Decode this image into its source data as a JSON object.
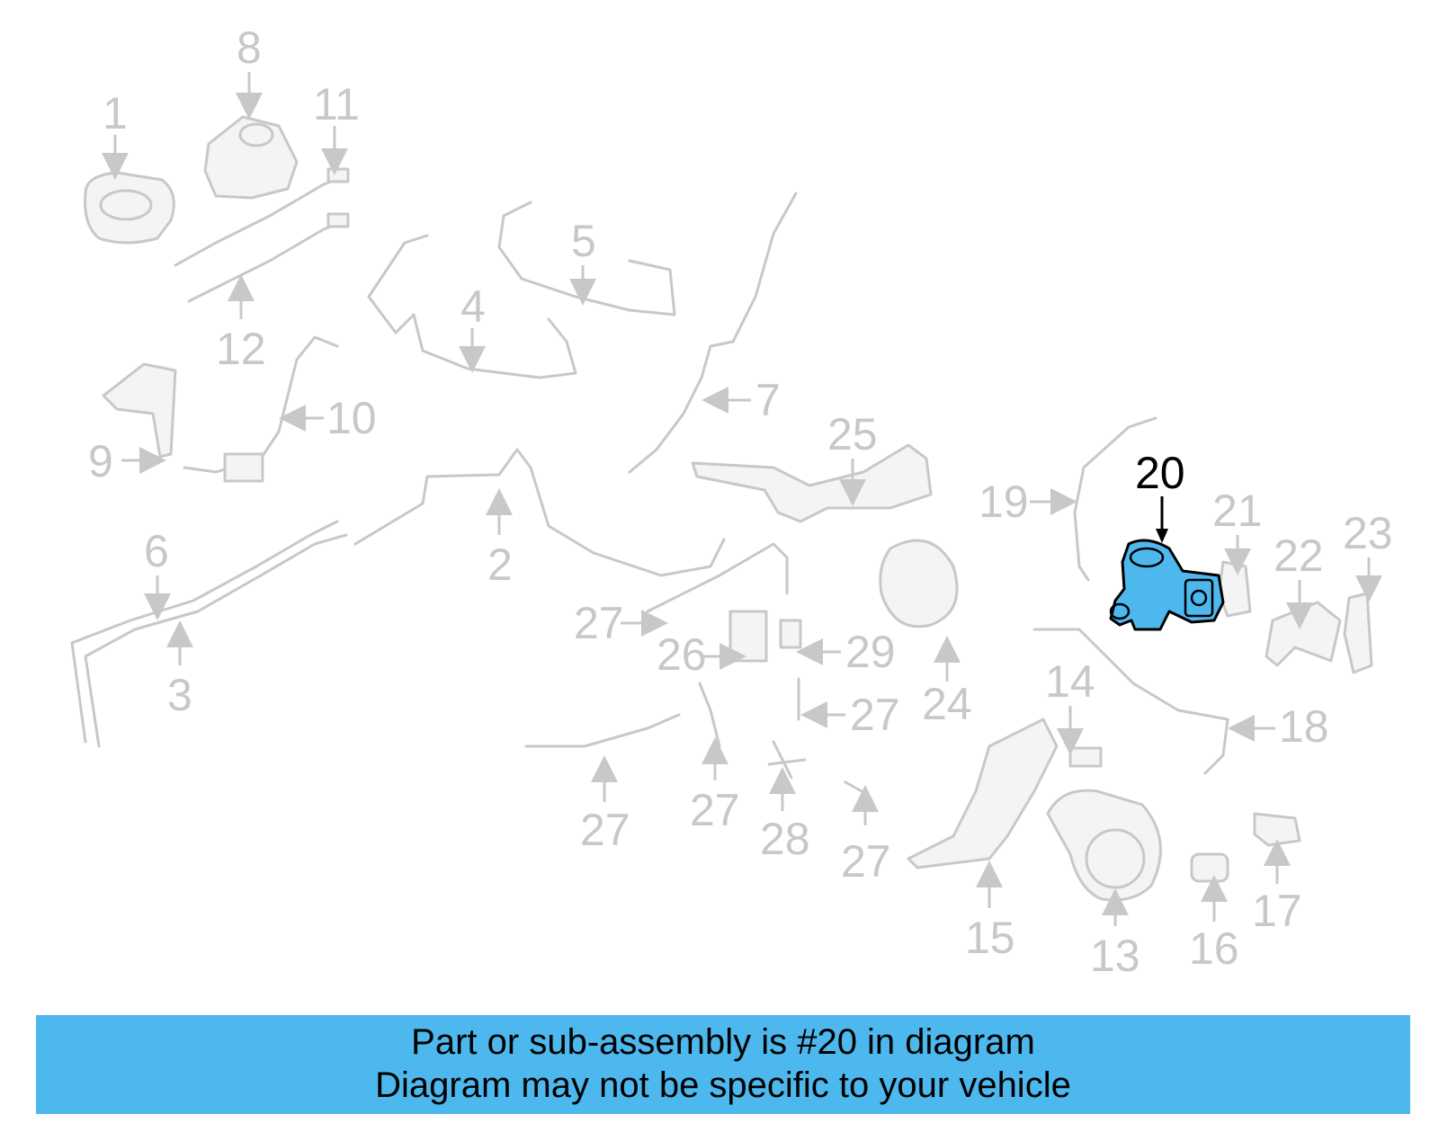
{
  "diagram": {
    "highlighted_callout": "20",
    "callouts": [
      "1",
      "2",
      "3",
      "4",
      "5",
      "6",
      "7",
      "8",
      "9",
      "10",
      "11",
      "12",
      "13",
      "14",
      "15",
      "16",
      "17",
      "18",
      "19",
      "20",
      "21",
      "22",
      "23",
      "24",
      "25",
      "26",
      "27",
      "28",
      "29"
    ],
    "colors": {
      "highlight": "#4db8ee",
      "parts": "#c8c8c8",
      "banner": "#4db8ee"
    }
  },
  "banner": {
    "line1": "Part or sub-assembly is #20 in diagram",
    "line2": "Diagram may not be specific to your vehicle"
  }
}
